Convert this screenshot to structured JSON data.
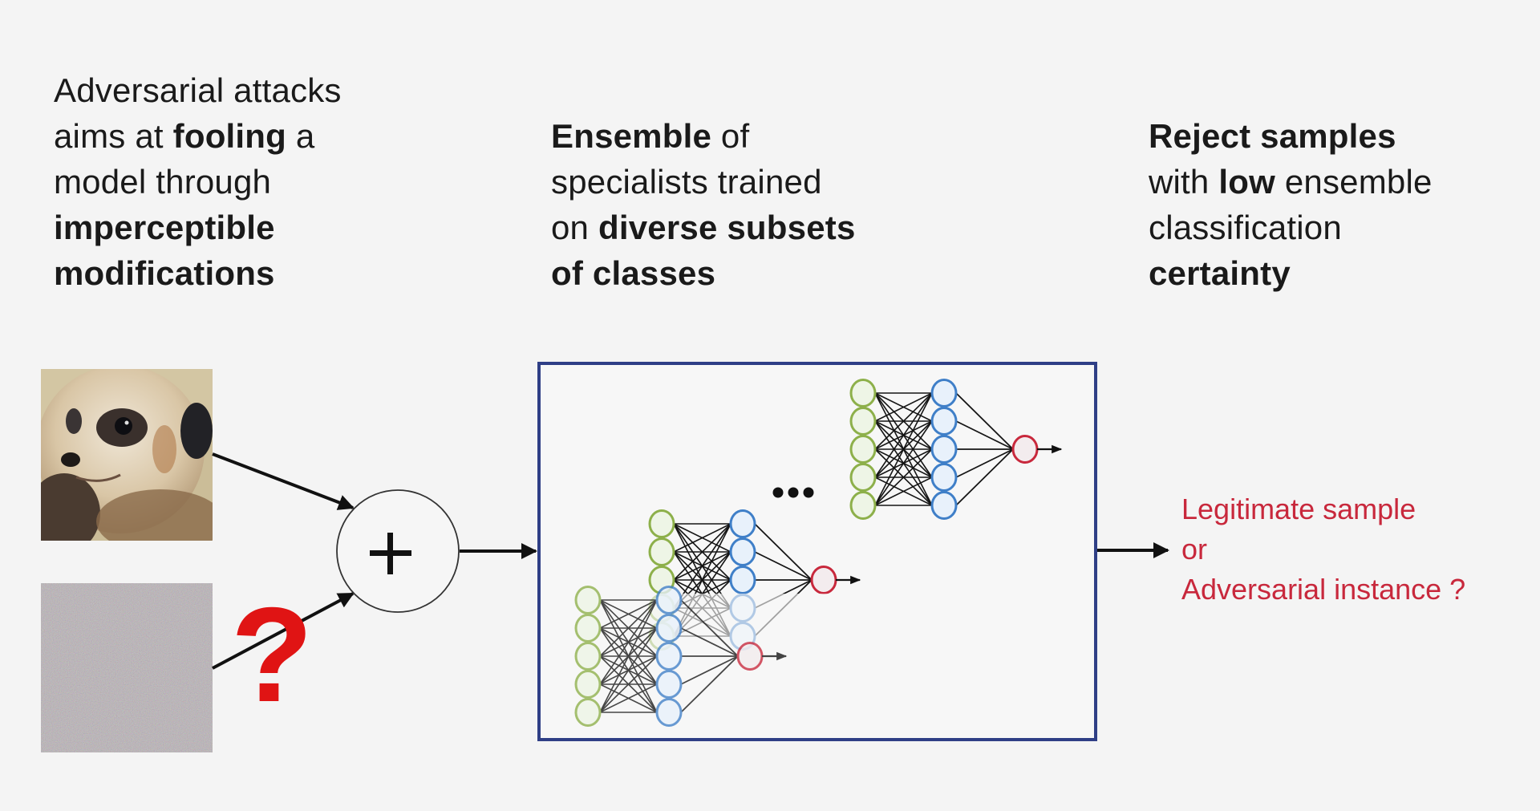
{
  "columns": {
    "attack": {
      "lines": [
        [
          {
            "t": "Adversarial attacks",
            "b": false
          }
        ],
        [
          {
            "t": "aims at ",
            "b": false
          },
          {
            "t": "fooling",
            "b": true
          },
          {
            "t": " a",
            "b": false
          }
        ],
        [
          {
            "t": "model through",
            "b": false
          }
        ],
        [
          {
            "t": "imperceptible",
            "b": true
          }
        ],
        [
          {
            "t": "modifications",
            "b": true
          }
        ]
      ]
    },
    "ensemble": {
      "lines": [
        [
          {
            "t": "Ensemble",
            "b": true
          },
          {
            "t": " of",
            "b": false
          }
        ],
        [
          {
            "t": "specialists trained",
            "b": false
          }
        ],
        [
          {
            "t": "on ",
            "b": false
          },
          {
            "t": "diverse subsets",
            "b": true
          }
        ],
        [
          {
            "t": "of classes",
            "b": true
          }
        ]
      ]
    },
    "reject": {
      "lines": [
        [
          {
            "t": "Reject samples",
            "b": true
          }
        ],
        [
          {
            "t": "with ",
            "b": false
          },
          {
            "t": "low",
            "b": true
          },
          {
            "t": " ensemble",
            "b": false
          }
        ],
        [
          {
            "t": "classification",
            "b": false
          }
        ],
        [
          {
            "t": "certainty",
            "b": true
          }
        ]
      ]
    }
  },
  "inputs": {
    "clean_image": "meerkat-photo",
    "perturbation_image": "noise-image",
    "question_mark": "?",
    "combine_symbol": "+"
  },
  "ensemble_box": {
    "ellipsis": "...",
    "networks": [
      {
        "name": "specialist-1",
        "input_nodes": 5,
        "hidden_nodes": 5,
        "output_nodes": 1
      },
      {
        "name": "specialist-2",
        "input_nodes": 5,
        "hidden_nodes": 5,
        "output_nodes": 1
      },
      {
        "name": "specialist-n",
        "input_nodes": 5,
        "hidden_nodes": 5,
        "output_nodes": 1
      }
    ]
  },
  "verdict": {
    "line1": "Legitimate sample",
    "line2": "or",
    "line3": "Adversarial instance ?"
  },
  "colors": {
    "background": "#f4f4f4",
    "text": "#1a1a1a",
    "verdict": "#c8283c",
    "question_mark": "#e01414",
    "box_border": "#2f3f86",
    "input_node": "#8db04a",
    "hidden_node": "#3f7fc8",
    "output_node": "#c8283c"
  }
}
